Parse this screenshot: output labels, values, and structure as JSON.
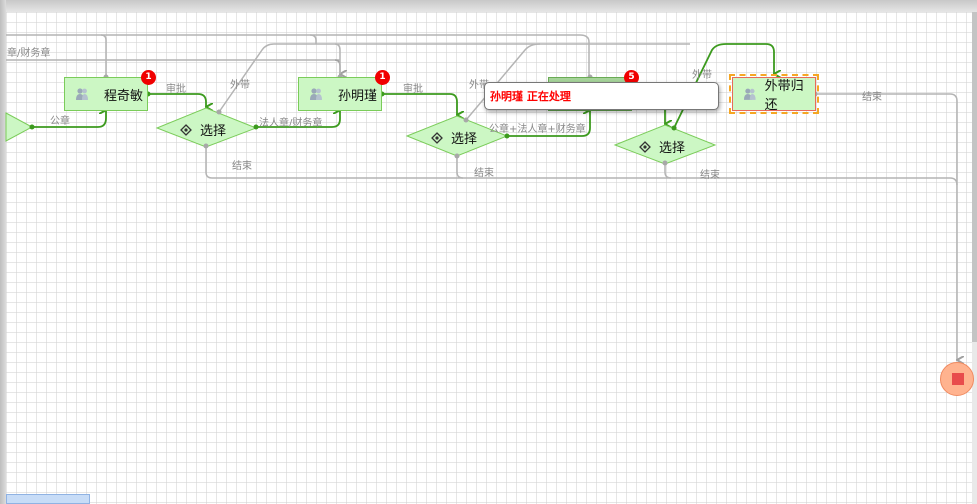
{
  "nodes": {
    "start_partial": {
      "type": "start"
    },
    "task1": {
      "label": "程奇敏",
      "badge": "1",
      "icon": "users-icon"
    },
    "decision1": {
      "label": "选择",
      "icon": "gear-icon"
    },
    "task2": {
      "label": "孙明瑾",
      "badge": "1",
      "icon": "users-icon"
    },
    "decision2": {
      "label": "选择",
      "icon": "gear-icon"
    },
    "task3": {
      "label": "",
      "badge": "5",
      "icon": "users-icon"
    },
    "decision3": {
      "label": "选择",
      "icon": "gear-icon"
    },
    "task4": {
      "label": "外带归还",
      "icon": "users-icon",
      "selected": true
    },
    "end": {
      "type": "end"
    }
  },
  "edge_labels": {
    "top_left": "章/财务章",
    "gongzhang": "公章",
    "shenpi1": "审批",
    "waidai1": "外带",
    "farenzhang": "法人章/财务章",
    "jieshu1": "结束",
    "shenpi2": "审批",
    "waidai2": "外带",
    "all_seals": "公章+法人章+财务章",
    "jieshu2": "结束",
    "waidai3": "外带",
    "jieshu3": "结束",
    "jieshu4": "结束"
  },
  "tooltip": {
    "text": "孙明瑾 正在处理"
  },
  "colors": {
    "node_fill": "#ccf7c4",
    "node_border": "#7bcc5a",
    "active_edge": "#3c9a1e",
    "inactive_edge": "#b4b4b4",
    "badge": "#f00000",
    "selection": "#f5a623",
    "tooltip_text": "#ff0000"
  }
}
